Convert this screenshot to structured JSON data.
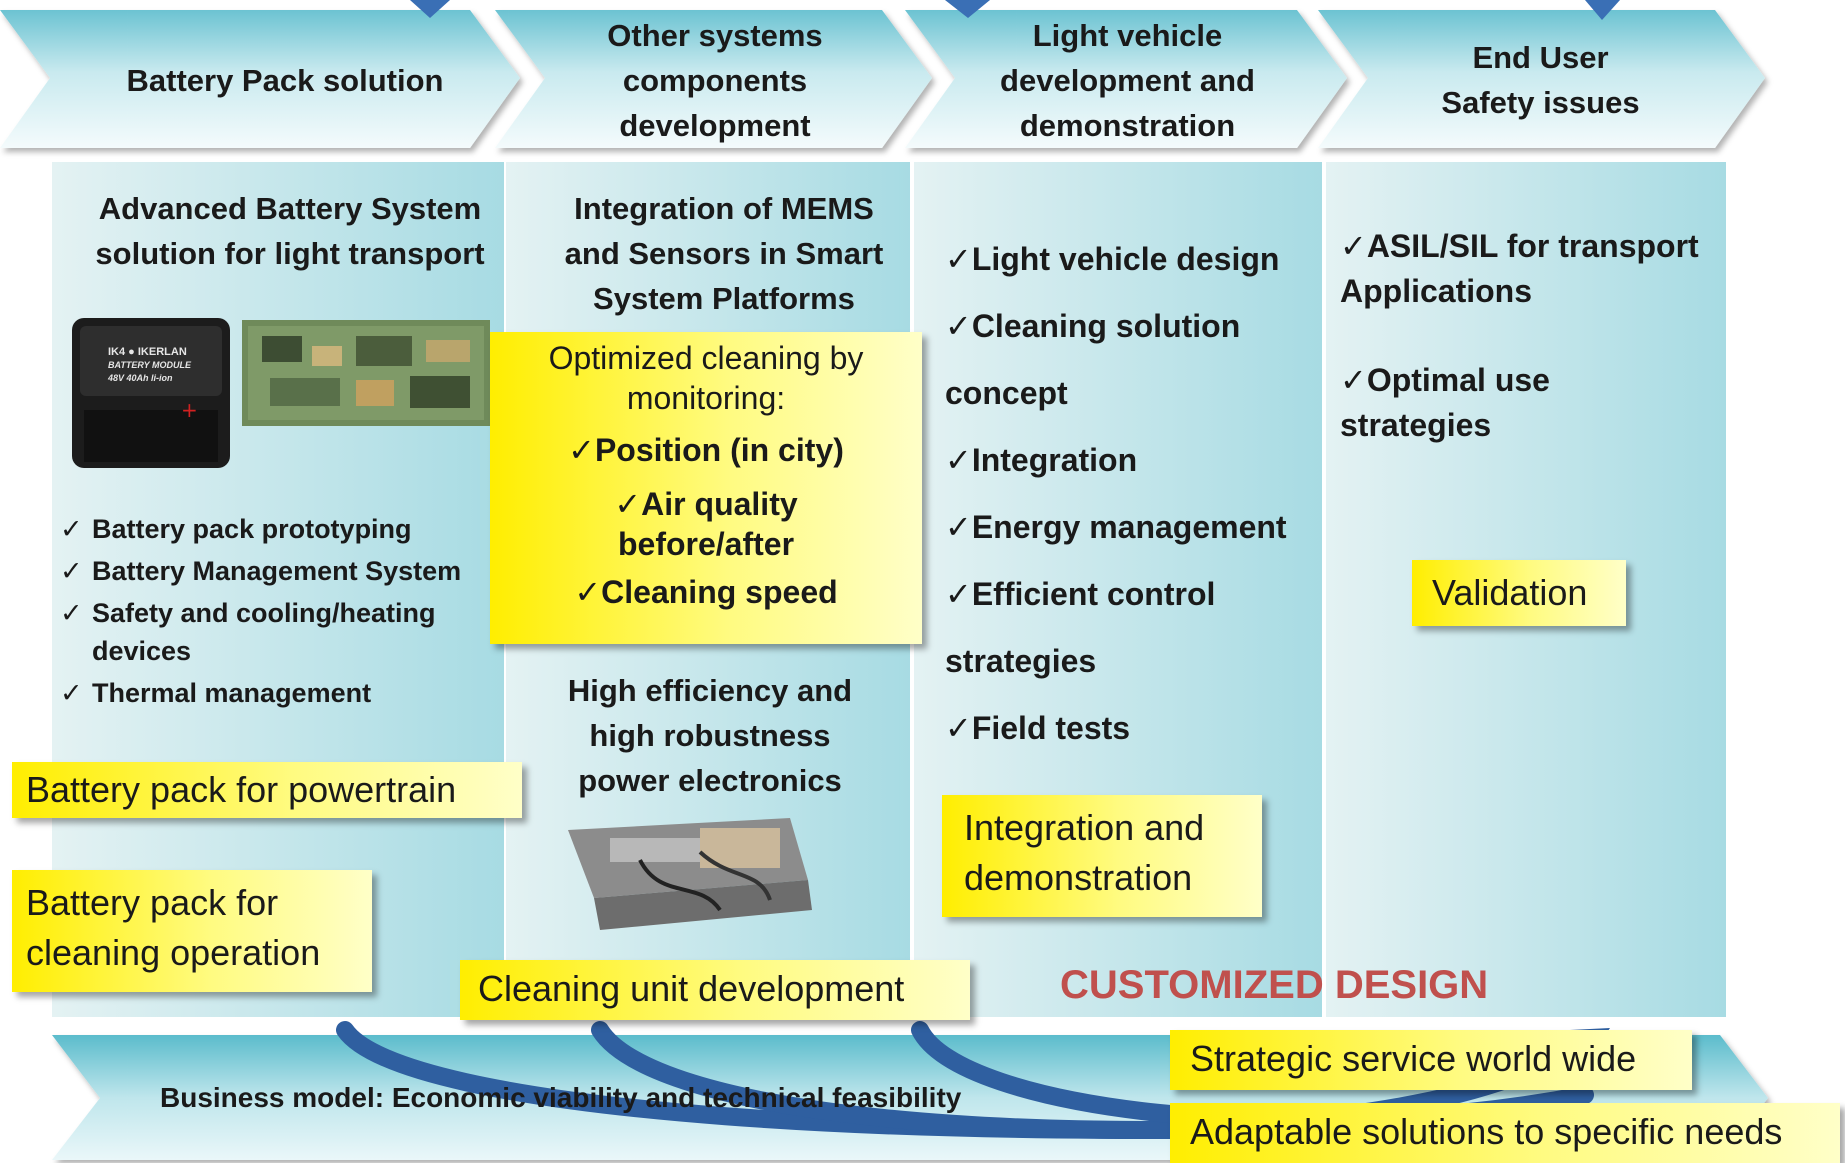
{
  "colors": {
    "column_bg_start": "#dff0f2",
    "column_bg_end": "#a9dce4",
    "highlight": "#ffee00",
    "arrow": "#2f5fa0",
    "accent_red": "#c0504d"
  },
  "headers": [
    {
      "text": "Battery Pack solution"
    },
    {
      "text": "Other systems\ncomponents\ndevelopment"
    },
    {
      "text": "Light vehicle\ndevelopment and\ndemonstration"
    },
    {
      "text": "End User\nSafety issues"
    }
  ],
  "col1": {
    "title": "Advanced Battery System\nsolution for light transport",
    "module_label_brand": "IK4 ● IKERLAN",
    "module_label_line1": "BATTERY MODULE",
    "module_label_line2": "48V 40Ah li-ion",
    "checks": [
      "Battery pack prototyping",
      "Battery  Management System",
      "Safety and cooling/heating devices",
      "Thermal management"
    ],
    "label_powertrain": "Battery pack for powertrain",
    "label_cleaning": "Battery pack for\ncleaning operation"
  },
  "col2": {
    "title": "Integration of MEMS\nand Sensors in Smart\nSystem Platforms",
    "box_intro": "Optimized cleaning by\nmonitoring:",
    "box_items": [
      "Position (in city)",
      "Air quality\nbefore/after",
      "Cleaning  speed"
    ],
    "power_title": "High efficiency and\nhigh robustness\npower electronics",
    "label_cleaning_unit": "Cleaning unit development"
  },
  "col3": {
    "items": [
      "Light vehicle design",
      "Cleaning solution\nconcept",
      "Integration",
      "Energy management",
      "Efficient control\nstrategies",
      "Field tests"
    ],
    "label_integration": "Integration and\ndemonstration"
  },
  "col4": {
    "items": [
      "ASIL/SIL for transport\nApplications",
      "Optimal use\nstrategies"
    ],
    "label_validation": "Validation"
  },
  "customized": "CUSTOMIZED DESIGN",
  "bottom": {
    "text": "Business model: Economic viability and technical feasibility",
    "label_strategic": "Strategic service world wide",
    "label_adaptable": "Adaptable solutions to specific needs"
  }
}
